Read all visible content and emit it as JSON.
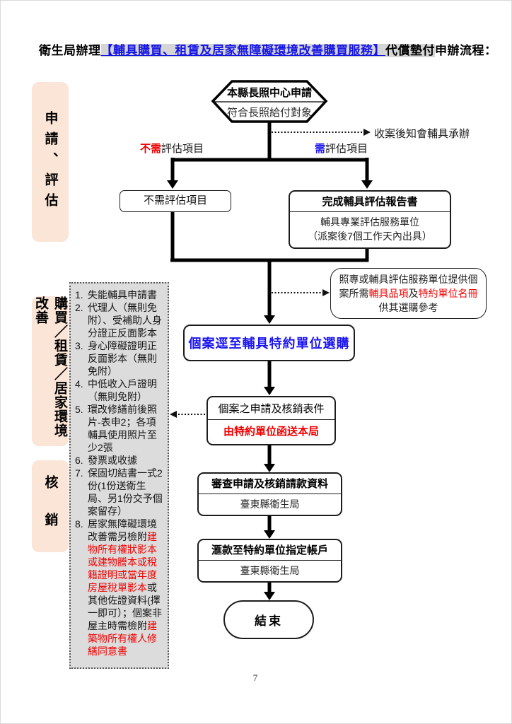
{
  "title": {
    "prefix": "衛生局辦理",
    "bracket": "【輔具購買、租賃及居家無障礙環境改善購買服務】",
    "mid": "代償墊付",
    "suffix": "申辦流程："
  },
  "sidebar": {
    "stage_apply": "申請、評估",
    "stage_purchase": "購買／租賃／居家環境改善",
    "stage_settle": "核銷"
  },
  "flow": {
    "start_title": "本縣長照中心申請",
    "start_sub": "符合長照給付對象",
    "notify_label": "收案後知會輔具承辦",
    "branch_left_red": "不需",
    "branch_left_rest": "評估項目",
    "branch_right_blue": "需",
    "branch_right_rest": "評估項目",
    "no_eval_box": "不需評估項目",
    "report_box": {
      "title": "完成輔具評估報告書",
      "line1": "輔具專業評估服務單位",
      "line2": "（派案後7個工作天內出具）"
    },
    "note_box": {
      "p1": "照專或輔具評估服務單位提供個案所需",
      "r1": "輔具品項",
      "p2": "及",
      "r2": "特約單位名冊",
      "p3": "供其選購參考"
    },
    "select_box": "個案逕至輔具特約單位選購",
    "forms_box": {
      "title": "個案之申請及核銷表件",
      "sub": "由特約單位函送本局"
    },
    "review_box": {
      "title": "審查申請及核銷請款資料",
      "sub": "臺東縣衛生局"
    },
    "remit_box": {
      "title": "滙款至特約單位指定帳戶",
      "sub": "臺東縣衛生局"
    },
    "end_label": "結束"
  },
  "checklist": {
    "items": [
      {
        "no": "1.",
        "text": "失能輔具申請書"
      },
      {
        "no": "2.",
        "text": "代理人（無則免附）、受補助人身分證正反面影本"
      },
      {
        "no": "3.",
        "text": "身心障礙證明正反面影本（無則免附）"
      },
      {
        "no": "4.",
        "text": "中低收入戶證明（無則免附）"
      },
      {
        "no": "5.",
        "text": "環改修繕前後照片-表申2；各項輔具使用照片至少2張"
      },
      {
        "no": "6.",
        "text": "發票或收據"
      },
      {
        "no": "7.",
        "text": "保固切結書一式2份(1份送衛生局、另1份交予個案留存）"
      },
      {
        "no": "8.",
        "b1": "居家無障礙環境改善需另檢附",
        "r1": "建物所有權狀影本或建物謄本或稅籍證明或當年度房屋稅單影本",
        "b2": "或其他佐證資料(擇一即可）；個案非屋主時需檢附",
        "r2": "建築物所有權人修繕同意書"
      }
    ]
  },
  "page_number": "7",
  "colors": {
    "red": "#f00000",
    "blue": "#1a14f0",
    "stage_peach": "#fbe5d6",
    "checklist_gray": "#dcdcdc",
    "title_highlight": "#d5d5d5"
  }
}
